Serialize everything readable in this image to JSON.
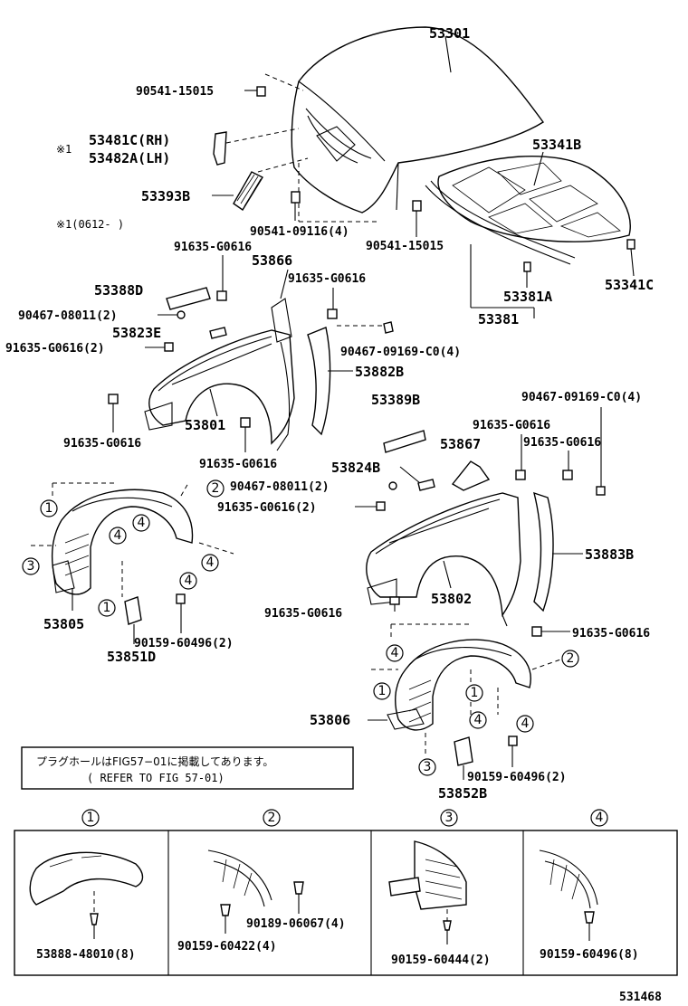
{
  "labels": {
    "hood": "53301",
    "bolt_hood_top": "90541-15015",
    "note_mark_rh": "※1",
    "emblem_rh": "53481C(RH)",
    "emblem_lh": "53482A(LH)",
    "hinge_seal": "53393B",
    "note_range": "※1(0612-  )",
    "bolt_hood_mid": "90541-09116(4)",
    "bolt_hood_right": "90541-15015",
    "insulator": "53341B",
    "clip_insulator": "53341C",
    "seal_hood": "53381A",
    "seal_hood_assy": "53381",
    "clip_fender_top": "91635-G0616",
    "bracket_lh": "53866",
    "seal_fender": "53388D",
    "clip_side": "91635-G0616",
    "screw_lh": "90467-08011(2)",
    "pad_lh": "53823E",
    "clip_lh_2": "91635-G0616(2)",
    "clip_apron": "90467-09169-C0(4)",
    "apron_seal_lh": "53882B",
    "fender_lh": "53801",
    "clip_lower_lh": "91635-G0616",
    "clip_lower_lh2": "91635-G0616",
    "seal_rh": "53389B",
    "clip_apron_rh": "90467-09169-C0(4)",
    "clip_rh_top": "91635-G0616",
    "bracket_rh": "53867",
    "clip_rh_top2": "91635-G0616",
    "pad_rh": "53824B",
    "screw_rh": "90467-08011(2)",
    "clip_rh_2": "91635-G0616(2)",
    "apron_seal_rh": "53883B",
    "liner_lh": "53805",
    "screw_liner_lh": "90159-60496(2)",
    "mudguard_lh": "53851D",
    "clip_rh_lower": "91635-G0616",
    "fender_rh": "53802",
    "clip_rh_bottom": "91635-G0616",
    "liner_rh": "53806",
    "screw_liner_rh": "90159-60496(2)",
    "mudguard_rh": "53852B",
    "note_jp": "プラグホールはFIG57−01に掲載してあります。",
    "note_en": "( REFER TO FIG 57-01)",
    "d1_part": "53888-48010(8)",
    "d2_screw_a": "90189-06067(4)",
    "d2_screw_b": "90159-60422(4)",
    "d3_screw": "90159-60444(2)",
    "d4_screw": "90159-60496(8)",
    "fig_number": "531468"
  },
  "callouts": {
    "c1": "1",
    "c2": "2",
    "c3": "3",
    "c4": "4"
  }
}
